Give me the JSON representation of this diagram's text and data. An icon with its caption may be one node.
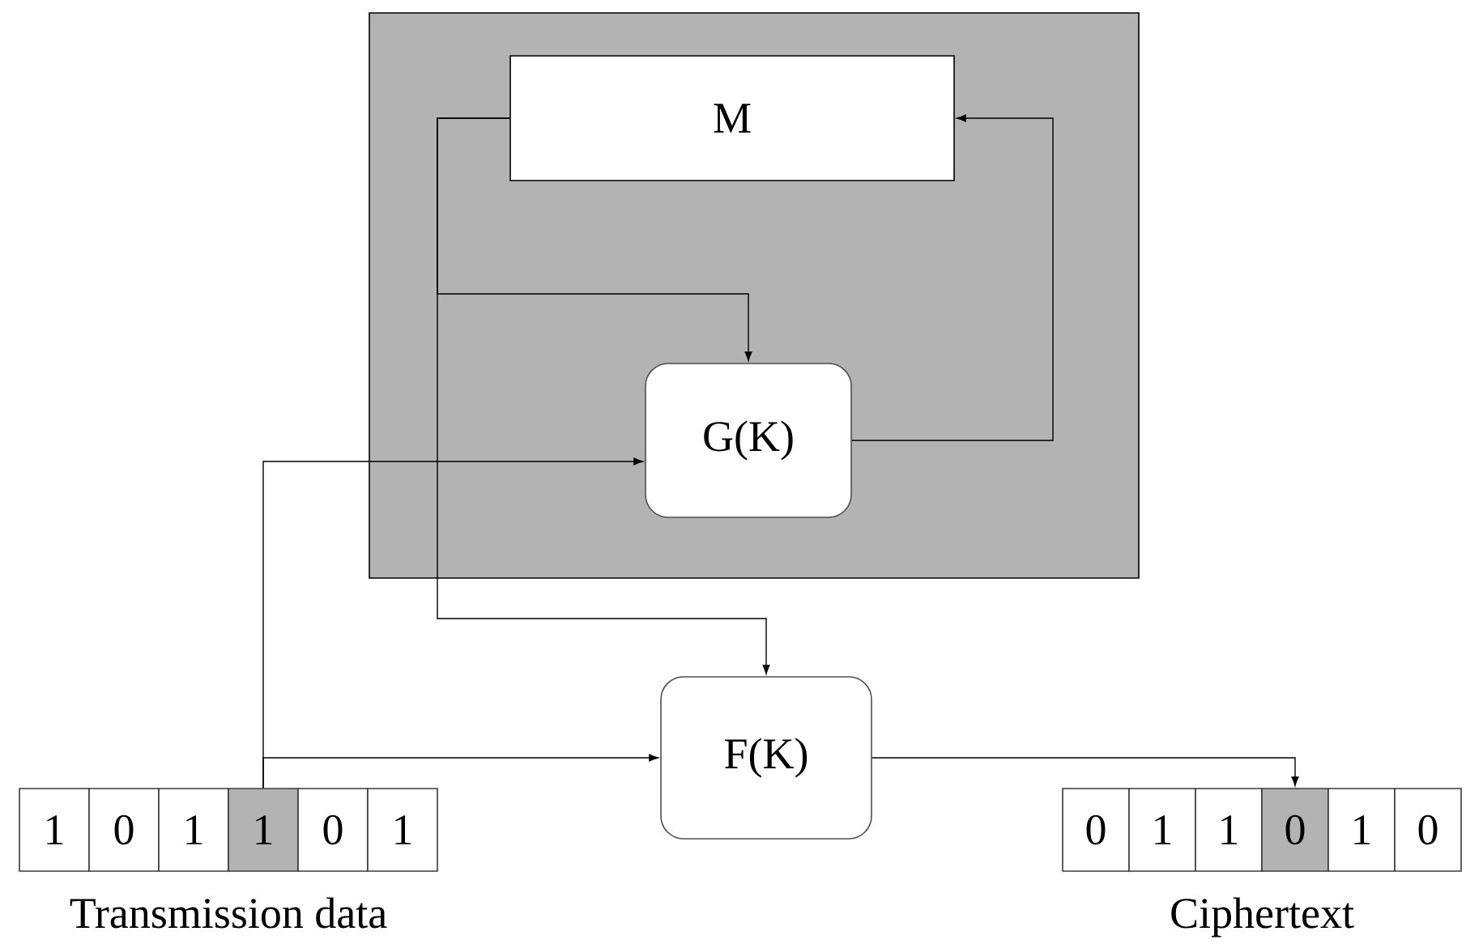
{
  "diagram": {
    "nodes": [
      {
        "text": [],
        "shape": "box"
      },
      {
        "text": [
          "M"
        ],
        "in": 0
      },
      {
        "text": [
          "G(K)"
        ],
        "in": 0
      },
      {
        "text": [
          "F(K)"
        ]
      },
      {
        "text": [
          "1"
        ]
      },
      {
        "text": [
          "0"
        ]
      },
      {
        "text": [
          "1"
        ]
      },
      {
        "text": [
          "1"
        ]
      },
      {
        "text": [
          "0"
        ]
      },
      {
        "text": [
          "1"
        ]
      },
      {
        "text": [
          "0"
        ]
      },
      {
        "text": [
          "1"
        ]
      },
      {
        "text": [
          "1"
        ]
      },
      {
        "text": [
          "0"
        ]
      },
      {
        "text": [
          "1"
        ]
      },
      {
        "text": [
          "0"
        ]
      }
    ],
    "edges": [
      {
        "from": 1,
        "to": 2,
        "arrow": "to"
      },
      {
        "from": 1,
        "to": 3,
        "arrow": "to"
      },
      {
        "from": 2,
        "to": 1,
        "arrow": "to"
      },
      {
        "from": 7,
        "to": 2,
        "arrow": "to"
      },
      {
        "from": 7,
        "to": 3,
        "arrow": "to"
      },
      {
        "from": 3,
        "to": 13,
        "arrow": "to"
      }
    ],
    "labels": [
      "Transmission data",
      "Ciphertext"
    ]
  }
}
